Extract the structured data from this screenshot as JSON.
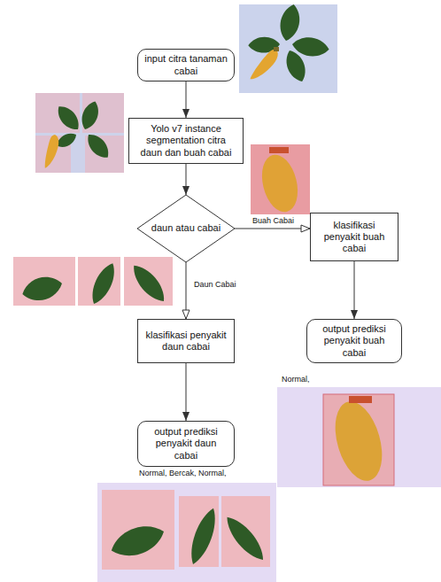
{
  "diagram": {
    "nodes": [
      {
        "text": [
          "input citra tanaman cabai"
        ]
      },
      {
        "text": [
          "Yolo v7 instance segmentation citra daun dan buah cabai"
        ]
      },
      {
        "text": [
          "daun atau cabai"
        ]
      },
      {
        "text": [
          "klasifikasi penyakit buah cabai"
        ]
      },
      {
        "text": [
          "klasifikasi penyakit daun cabai"
        ]
      },
      {
        "text": [
          "output prediksi penyakit buah cabai"
        ]
      },
      {
        "text": [
          "output prediksi penyakit daun cabai"
        ]
      }
    ],
    "edges": [
      {
        "from": 0,
        "to": 1,
        "arrow": "to"
      },
      {
        "from": 1,
        "to": 2,
        "arrow": "to"
      },
      {
        "from": 2,
        "to": 3,
        "label": "Buah Cabai",
        "arrow": "to"
      },
      {
        "from": 2,
        "to": 4,
        "label": "Daun Cabai",
        "arrow": "to"
      },
      {
        "from": 3,
        "to": 5,
        "arrow": "to"
      },
      {
        "from": 4,
        "to": 6,
        "arrow": "to"
      }
    ],
    "labels": [
      "Normal, Bercak, Normal,",
      "Normal,"
    ]
  }
}
